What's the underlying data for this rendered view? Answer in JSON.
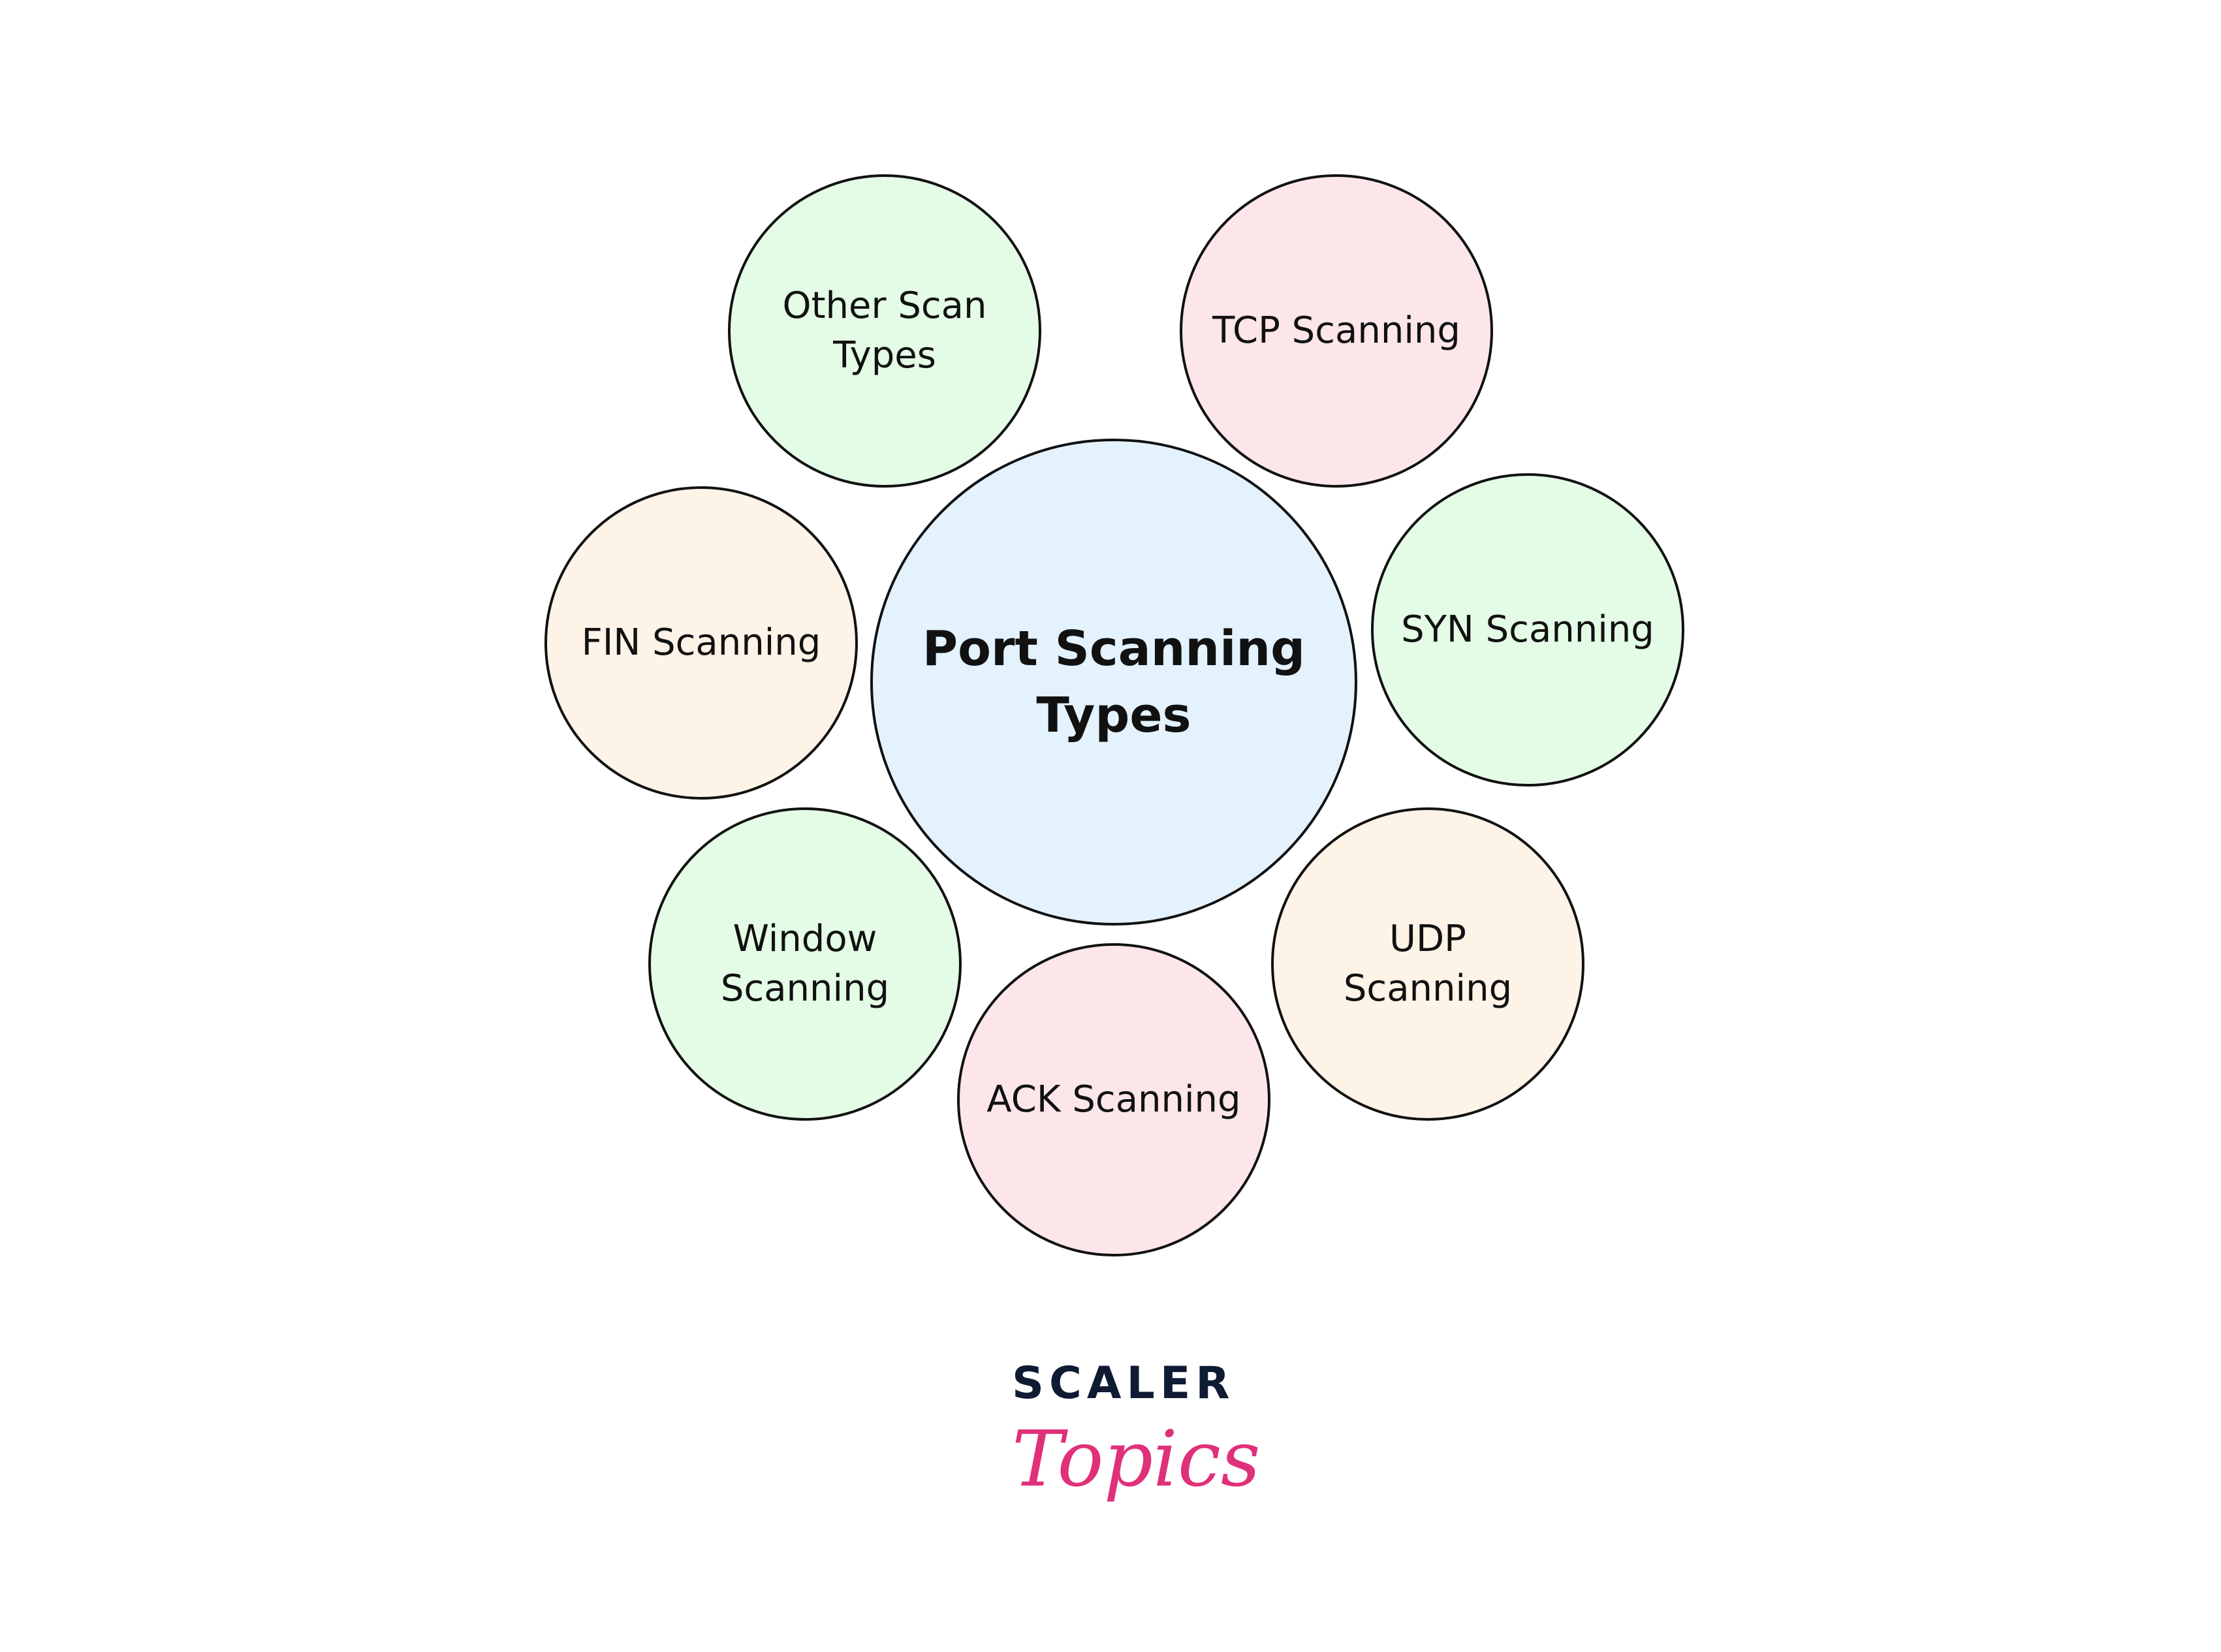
{
  "diagram": {
    "center": {
      "label": "Port Scanning Types",
      "fill": "#e3f2fd"
    },
    "nodes": [
      {
        "id": "other-scan-types",
        "label": "Other Scan Types",
        "fill": "#e4fbe6"
      },
      {
        "id": "tcp-scanning",
        "label": "TCP Scanning",
        "fill": "#fde6e9"
      },
      {
        "id": "fin-scanning",
        "label": "FIN Scanning",
        "fill": "#fdf3e6"
      },
      {
        "id": "syn-scanning",
        "label": "SYN Scanning",
        "fill": "#e4fbe6"
      },
      {
        "id": "window-scanning",
        "label": "Window Scanning",
        "fill": "#e4fbe6"
      },
      {
        "id": "udp-scanning",
        "label": "UDP Scanning",
        "fill": "#fdf3e6"
      },
      {
        "id": "ack-scanning",
        "label": "ACK Scanning",
        "fill": "#fde6e9"
      }
    ],
    "stroke": "#111111"
  },
  "logo": {
    "word": "SCALER",
    "script": "Topics",
    "word_color": "#0e1b33",
    "script_color": "#e0307a"
  }
}
